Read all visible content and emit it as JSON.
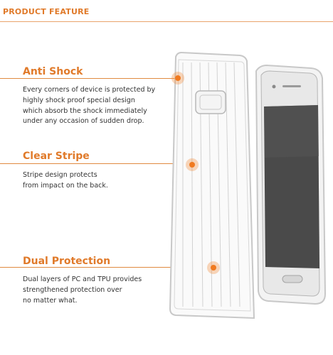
{
  "header": {
    "title": "PRODUCT FEATURE"
  },
  "features": [
    {
      "title": "Anti Shock",
      "description": "Every corners of device is protected by\nhighly shock proof special design\nwhich absorb the shock immediately\nunder any occasion of sudden drop."
    },
    {
      "title": "Clear Stripe",
      "description": "Stripe design protects\nfrom impact on the back."
    },
    {
      "title": "Dual Protection",
      "description": "Dual layers of PC and TPU provides\nstrengthened protection over\nno matter what."
    }
  ],
  "colors": {
    "accent": "#e07a2a",
    "text": "#333333",
    "case_outline": "#c8c8c8",
    "phone_screen": "#4a4a4a"
  },
  "icons": [
    "hotspot-dot-icon",
    "phone-case-illustration",
    "phone-illustration"
  ]
}
